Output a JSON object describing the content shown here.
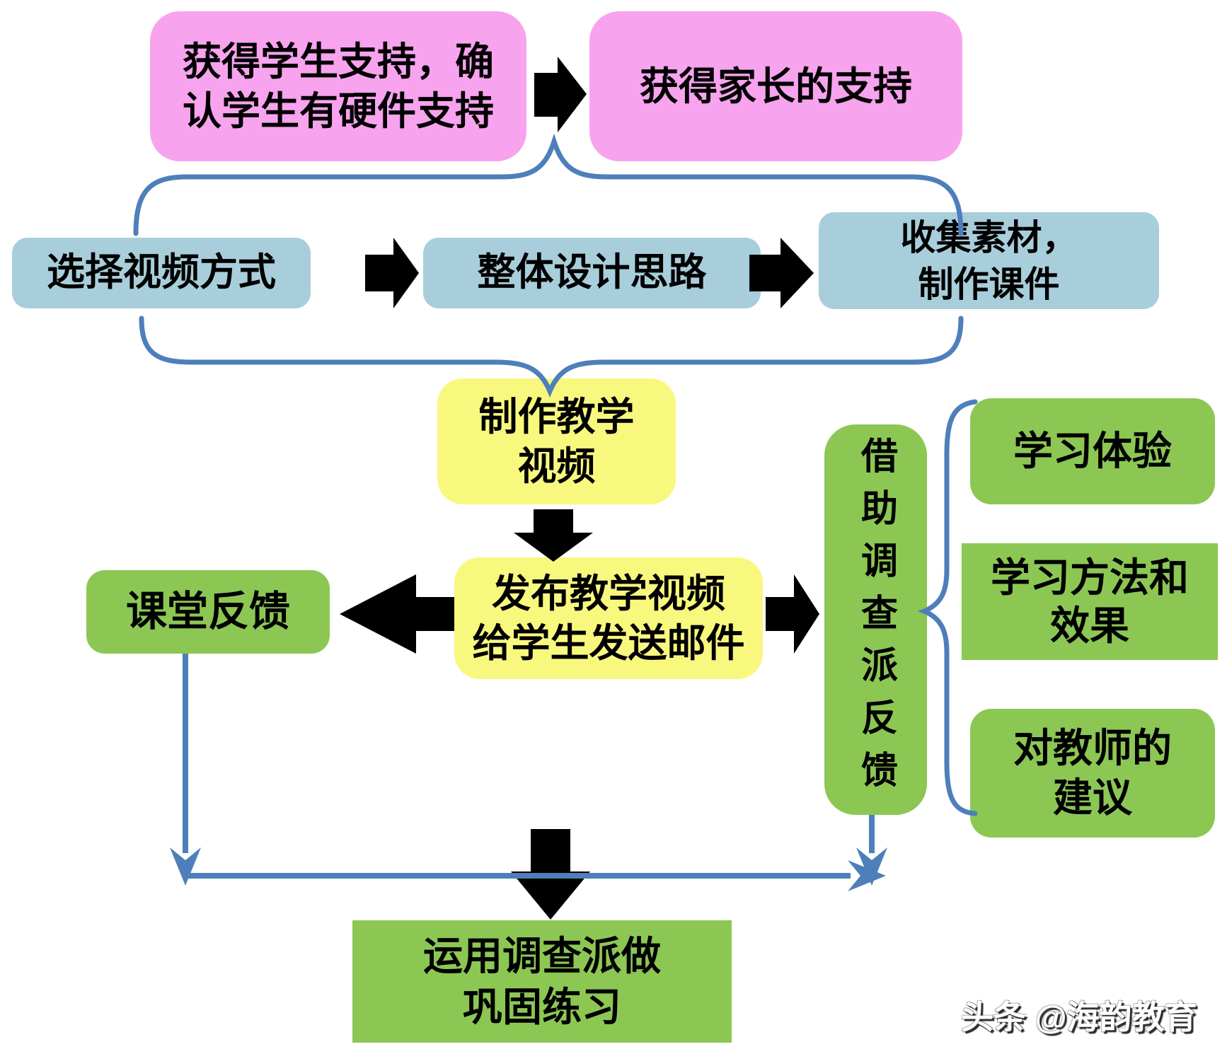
{
  "diagram": {
    "colors": {
      "pink": "#F7A3EE",
      "blue_box": "#A9CEDB",
      "yellow": "#F8F87F",
      "green": "#8CC754",
      "connector": "#4E7FBA",
      "arrow": "#000000",
      "text": "#000000",
      "background": "#FFFFFF"
    },
    "nodes": {
      "support_students": {
        "lines": [
          "获得学生支持，确",
          "认学生有硬件支持"
        ]
      },
      "support_parents": {
        "lines": [
          "获得家长的支持"
        ]
      },
      "choose_video": {
        "lines": [
          "选择视频方式"
        ]
      },
      "overall_design": {
        "lines": [
          "整体设计思路"
        ]
      },
      "collect_materials": {
        "lines": [
          "收集素材，",
          "制作课件"
        ]
      },
      "make_video": {
        "lines": [
          "制作教学",
          "视频"
        ]
      },
      "publish_video": {
        "lines": [
          "发布教学视频",
          "给学生发送邮件"
        ]
      },
      "class_feedback": {
        "lines": [
          "课堂反馈"
        ]
      },
      "survey_feedback": {
        "label": "借助调查派反馈"
      },
      "learning_experience": {
        "lines": [
          "学习体验"
        ]
      },
      "learning_method": {
        "lines": [
          "学习方法和",
          "效果"
        ]
      },
      "teacher_suggestions": {
        "lines": [
          "对教师的",
          "建议"
        ]
      },
      "consolidation": {
        "lines": [
          "运用调查派做",
          "巩固练习"
        ]
      }
    },
    "watermark": "头条 @海韵教育"
  }
}
